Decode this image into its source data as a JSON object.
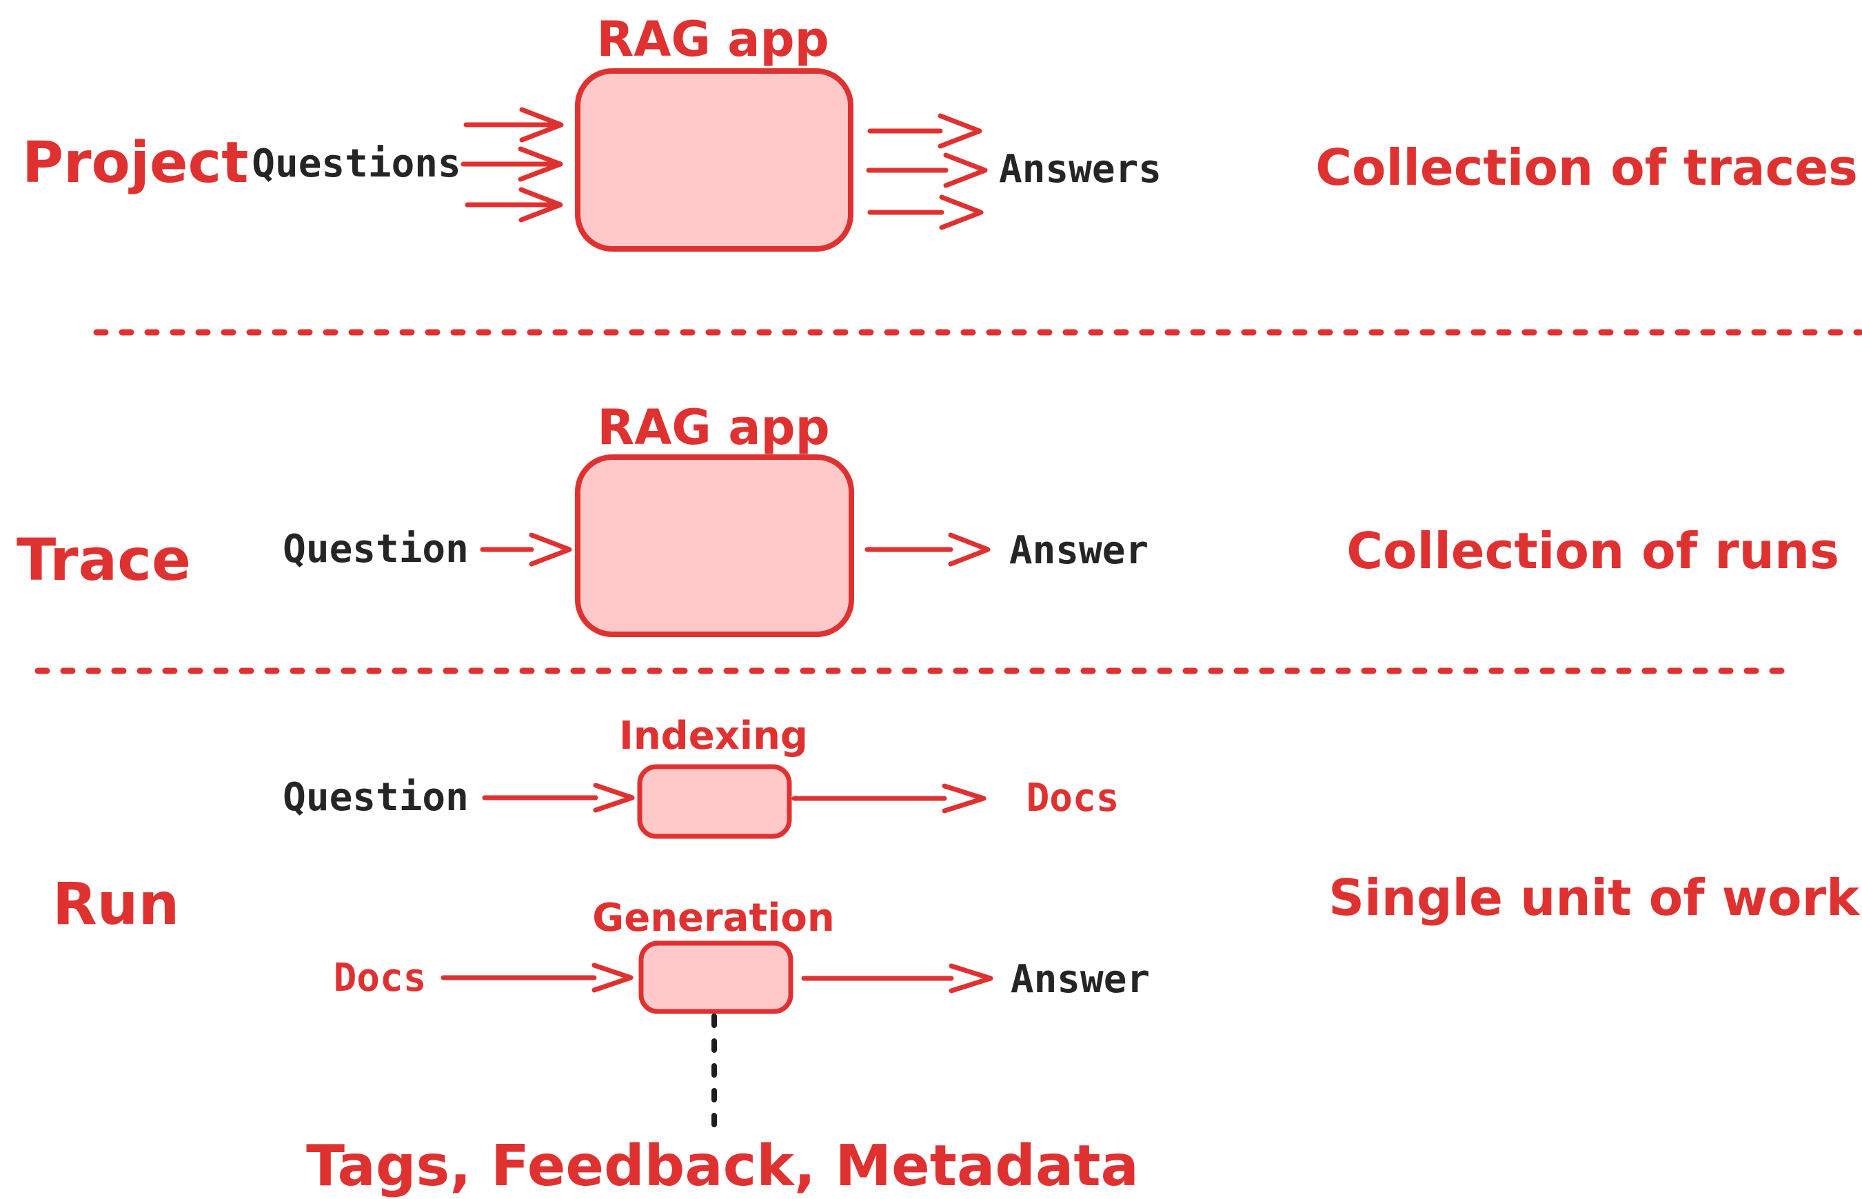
{
  "colors": {
    "red": "#e03131",
    "pink_fill": "#ffc9c9",
    "ink": "#252525",
    "background": "#ffffff"
  },
  "sections": {
    "project": {
      "label": "Project",
      "app_label": "RAG app",
      "input_label": "Questions",
      "output_label": "Answers",
      "annotation": "Collection of traces"
    },
    "trace": {
      "label": "Trace",
      "app_label": "RAG app",
      "input_label": "Question",
      "output_label": "Answer",
      "annotation": "Collection of runs"
    },
    "run": {
      "label": "Run",
      "annotation": "Single unit of work",
      "indexing": {
        "box_label": "Indexing",
        "input_label": "Question",
        "output_label": "Docs"
      },
      "generation": {
        "box_label": "Generation",
        "input_label": "Docs",
        "output_label": "Answer"
      },
      "footnote": "Tags, Feedback, Metadata"
    }
  }
}
